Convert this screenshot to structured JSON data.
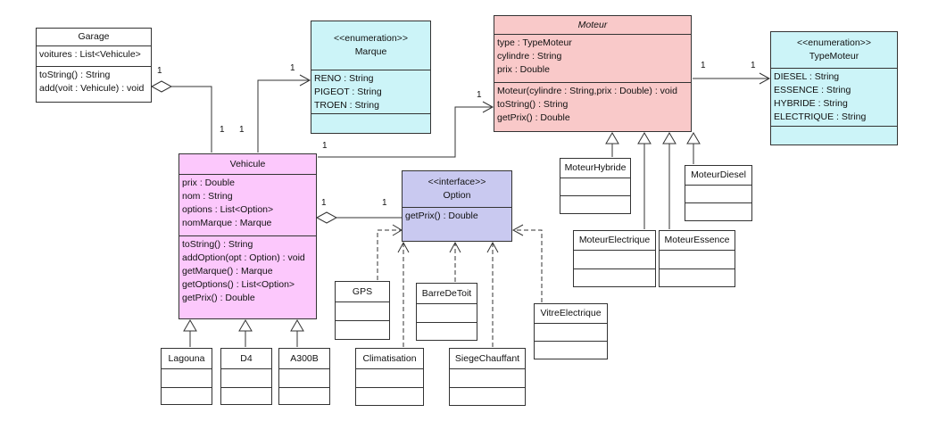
{
  "classes": {
    "garage": {
      "name": "Garage",
      "attributes": [
        "voitures : List<Vehicule>"
      ],
      "methods": [
        "toString() : String",
        "add(voit : Vehicule) : void"
      ]
    },
    "marque": {
      "stereotype": "<<enumeration>>",
      "name": "Marque",
      "literals": [
        "RENO : String",
        "PIGEOT : String",
        "TROEN : String"
      ]
    },
    "moteur": {
      "name": "Moteur",
      "attributes": [
        "type : TypeMoteur",
        "cylindre : String",
        "prix : Double"
      ],
      "methods": [
        "Moteur(cylindre : String,prix : Double) : void",
        "toString() : String",
        "getPrix() : Double"
      ]
    },
    "type_moteur": {
      "stereotype": "<<enumeration>>",
      "name": "TypeMoteur",
      "literals": [
        "DIESEL : String",
        "ESSENCE : String",
        "HYBRIDE : String",
        "ELECTRIQUE : String"
      ]
    },
    "vehicule": {
      "name": "Vehicule",
      "attributes": [
        "prix : Double",
        "nom : String",
        "options : List<Option>",
        "nomMarque : Marque"
      ],
      "methods": [
        "toString() : String",
        "addOption(opt : Option) : void",
        "getMarque() : Marque",
        "getOptions() : List<Option>",
        "getPrix() : Double"
      ]
    },
    "option": {
      "stereotype": "<<interface>>",
      "name": "Option",
      "methods": [
        "getPrix() : Double"
      ]
    },
    "moteur_hybride": {
      "name": "MoteurHybride"
    },
    "moteur_diesel": {
      "name": "MoteurDiesel"
    },
    "moteur_electrique": {
      "name": "MoteurElectrique"
    },
    "moteur_essence": {
      "name": "MoteurEssence"
    },
    "lagouna": {
      "name": "Lagouna"
    },
    "d4": {
      "name": "D4"
    },
    "a300b": {
      "name": "A300B"
    },
    "gps": {
      "name": "GPS"
    },
    "barre_de_toit": {
      "name": "BarreDeToit"
    },
    "climatisation": {
      "name": "Climatisation"
    },
    "siege_chauffant": {
      "name": "SiegeChauffant"
    },
    "vitre_electrique": {
      "name": "VitreElectrique"
    }
  },
  "multiplicities": {
    "garage_end": "1",
    "garage_vehicule_end": "1",
    "marque_vehicule_end": "1",
    "marque_end": "1",
    "moteur_vehicule_end": "1",
    "moteur_end": "1",
    "option_vehicule_end": "1",
    "option_end": "1",
    "typemoteur_moteur_end": "1",
    "typemoteur_end": "1"
  },
  "colors": {
    "abstract_class_fill": "#F9C9C9",
    "class_fill": "#FCC8FC",
    "enumeration_fill": "#CCF4F8",
    "interface_fill": "#C9C9F0",
    "plain_class_fill": "#FFFFFF",
    "line": "#333333"
  }
}
